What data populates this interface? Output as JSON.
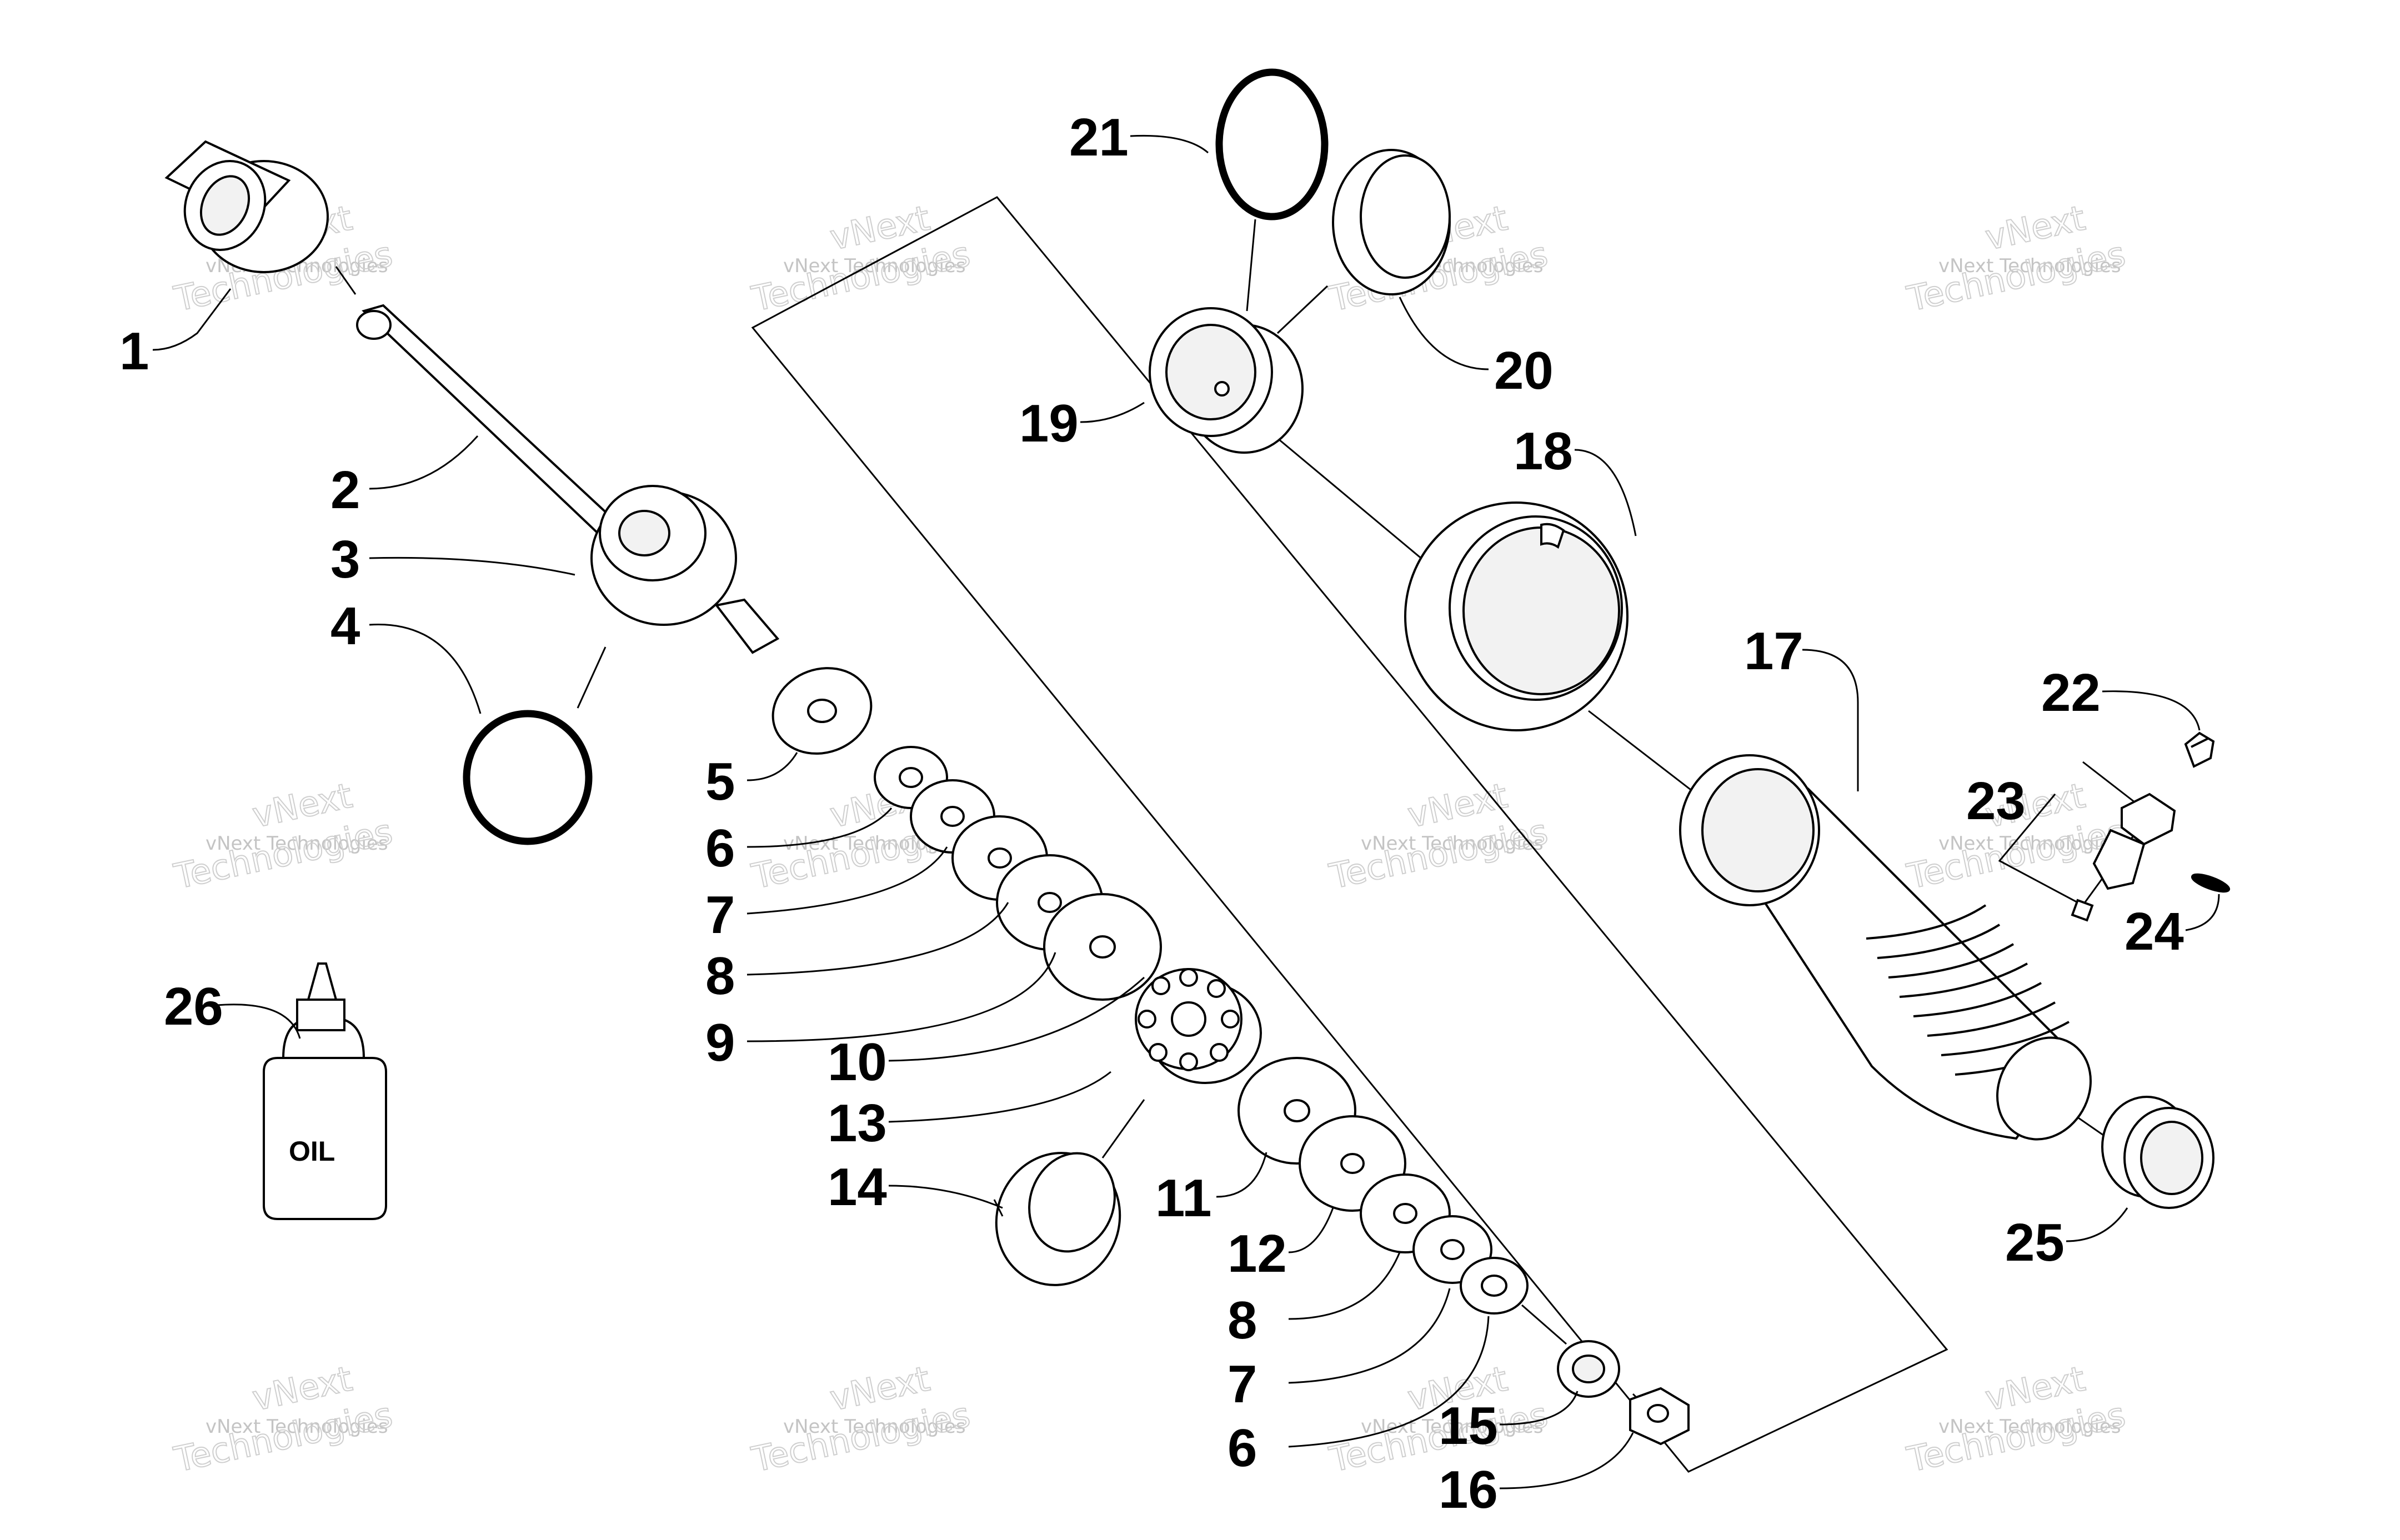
{
  "diagram": {
    "callouts": [
      {
        "id": "c1",
        "label": "1"
      },
      {
        "id": "c2",
        "label": "2"
      },
      {
        "id": "c3",
        "label": "3"
      },
      {
        "id": "c4",
        "label": "4"
      },
      {
        "id": "c5",
        "label": "5"
      },
      {
        "id": "c6a",
        "label": "6"
      },
      {
        "id": "c7a",
        "label": "7"
      },
      {
        "id": "c8a",
        "label": "8"
      },
      {
        "id": "c9",
        "label": "9"
      },
      {
        "id": "c10",
        "label": "10"
      },
      {
        "id": "c11",
        "label": "11"
      },
      {
        "id": "c12",
        "label": "12"
      },
      {
        "id": "c13",
        "label": "13"
      },
      {
        "id": "c14",
        "label": "14"
      },
      {
        "id": "c15",
        "label": "15"
      },
      {
        "id": "c16",
        "label": "16"
      },
      {
        "id": "c17",
        "label": "17"
      },
      {
        "id": "c18",
        "label": "18"
      },
      {
        "id": "c19",
        "label": "19"
      },
      {
        "id": "c20",
        "label": "20"
      },
      {
        "id": "c21",
        "label": "21"
      },
      {
        "id": "c22",
        "label": "22"
      },
      {
        "id": "c23",
        "label": "23"
      },
      {
        "id": "c24",
        "label": "24"
      },
      {
        "id": "c25",
        "label": "25"
      },
      {
        "id": "c26",
        "label": "26"
      },
      {
        "id": "c8b",
        "label": "8"
      },
      {
        "id": "c7b",
        "label": "7"
      },
      {
        "id": "c6b",
        "label": "6"
      }
    ],
    "oil_bottle_label": "OIL",
    "watermark": {
      "small_text": "vNext Technologies",
      "large_line_1": "vNext",
      "large_line_2": "Technologies"
    }
  }
}
